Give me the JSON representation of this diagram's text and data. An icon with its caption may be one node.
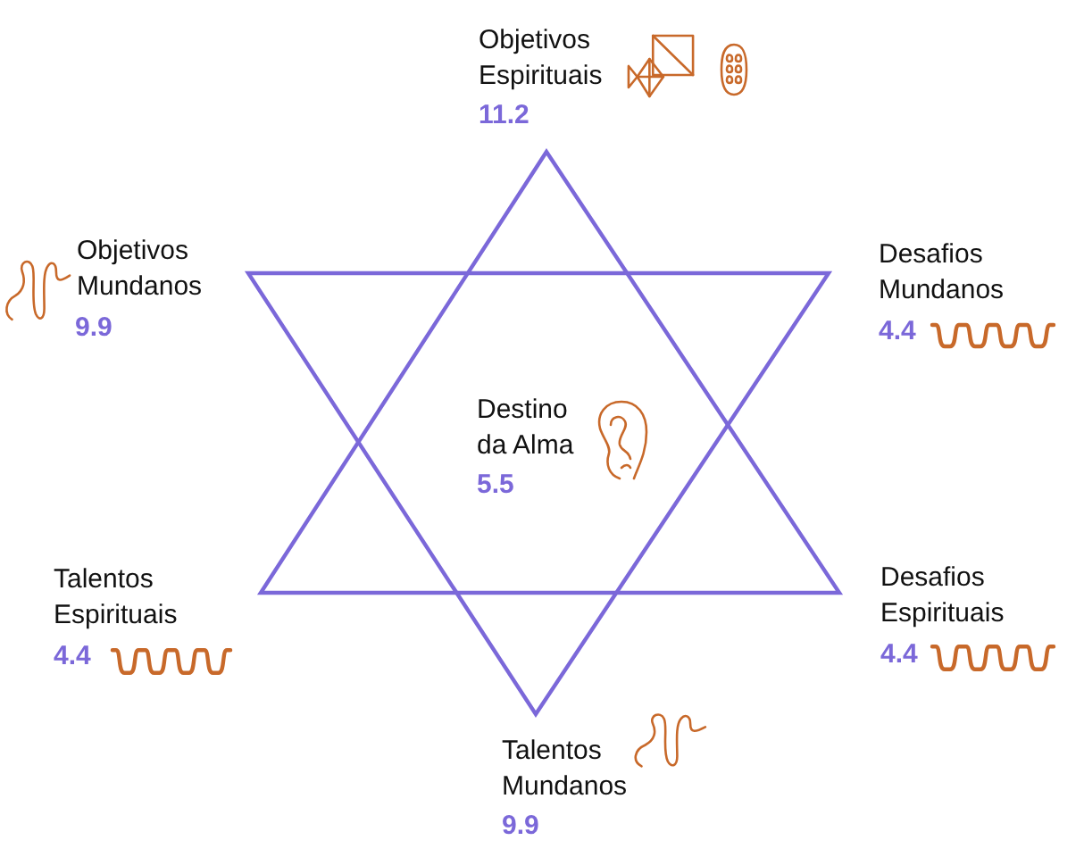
{
  "diagram": {
    "nodes": [
      {
        "text": [
          "Destino da Alma",
          "5.5"
        ]
      }
    ],
    "labels": [
      "Objetivos Espirituais",
      "11.2",
      "Objetivos Mundanos",
      "9.9",
      "Desafios Mundanos",
      "4.4",
      "Talentos Espirituais",
      "4.4",
      "Desafios Espirituais",
      "4.4",
      "Talentos Mundanos",
      "9.9"
    ]
  }
}
